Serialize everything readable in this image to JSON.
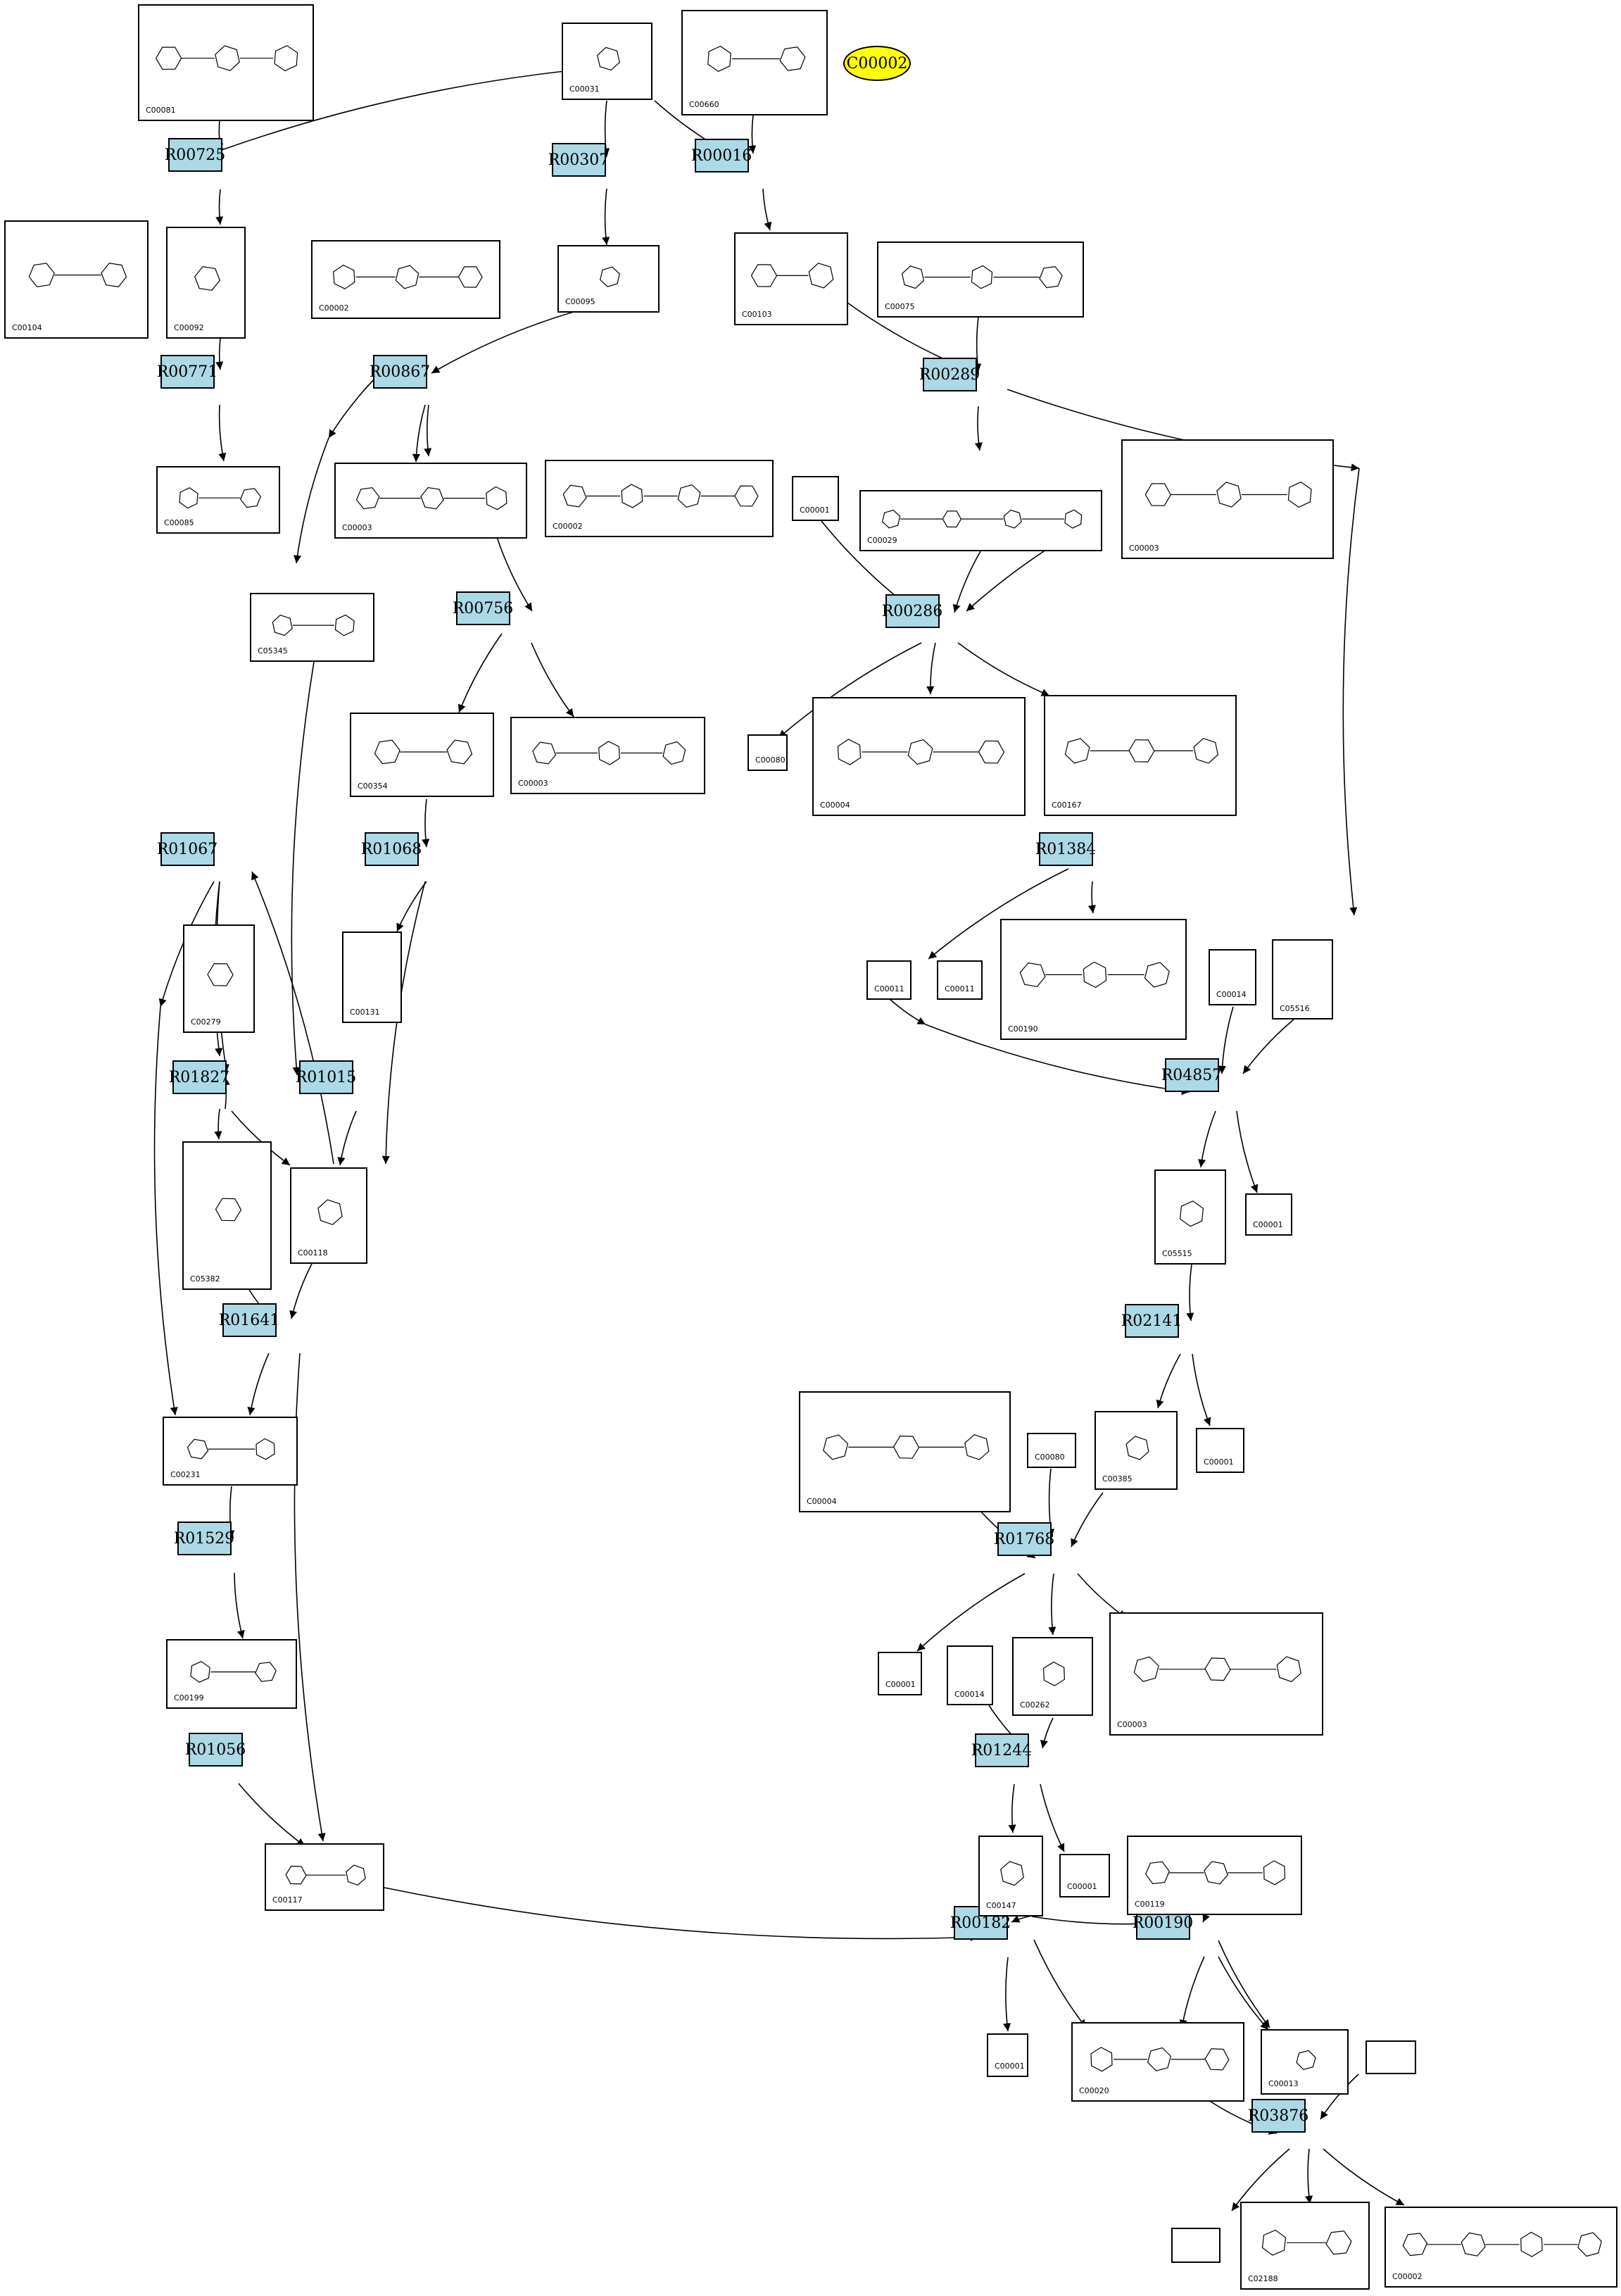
{
  "reactions": [
    "R00725",
    "R00307",
    "R00016",
    "R00771",
    "R00867",
    "R00289",
    "R00756",
    "R00286",
    "R01067",
    "R01068",
    "R01384",
    "R01827",
    "R01015",
    "R04857",
    "R01641",
    "R02141",
    "R01529",
    "R01768",
    "R01056",
    "R01244",
    "R00182",
    "R00190",
    "R03876"
  ],
  "compounds": [
    "C00081",
    "C00031",
    "C00660",
    "C00104",
    "C00092",
    "C00002",
    "C00095",
    "C00103",
    "C00075",
    "C00085",
    "C00003",
    "C00002",
    "C00001",
    "C00029",
    "C00003",
    "C05345",
    "C00080",
    "C00354",
    "C00003",
    "C00004",
    "C00167",
    "C00279",
    "C00131",
    "C00011",
    "C00011",
    "C00190",
    "C00014",
    "C05516",
    "C05382",
    "C00118",
    "C05515",
    "C00001",
    "C00231",
    "C00001",
    "C00004",
    "C00080",
    "C00385",
    "C00199",
    "C00001",
    "C00014",
    "C00262",
    "C00003",
    "C00117",
    "C00147",
    "C00001",
    "C00119",
    "C00001",
    "C00020",
    "C00013",
    "",
    "",
    "C02188",
    "C00002"
  ],
  "highlight": {
    "label": "C00002",
    "color": "#ffff00"
  },
  "colors": {
    "reaction_fill": "#add8e6",
    "edge": "#000000"
  }
}
